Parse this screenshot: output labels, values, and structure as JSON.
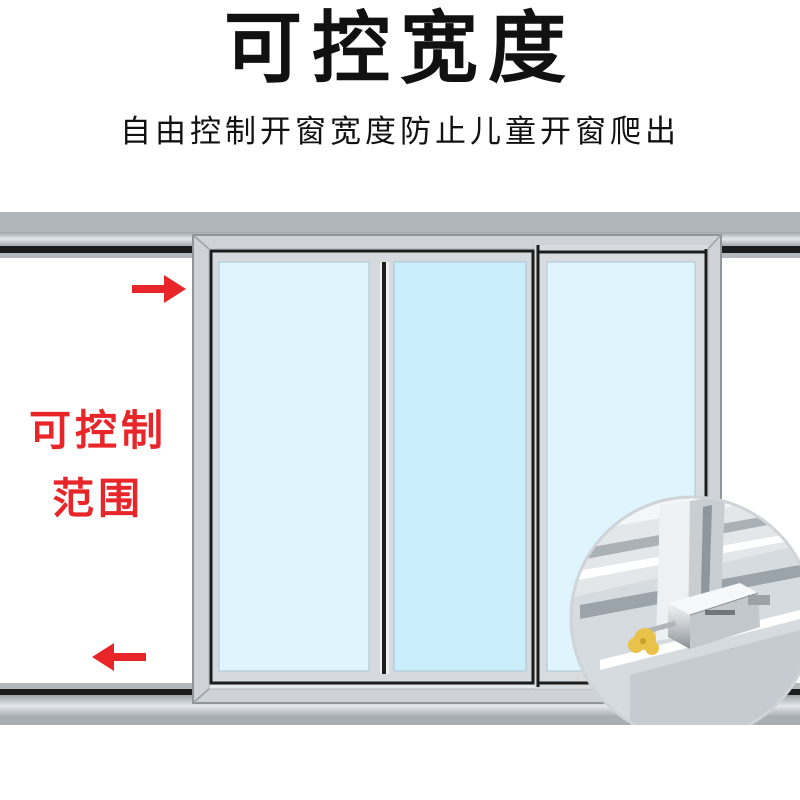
{
  "header": {
    "title": "可控宽度",
    "subtitle": "自由控制开窗宽度防止儿童开窗爬出"
  },
  "annotation": {
    "range_line1": "可控制",
    "range_line2": "范围"
  },
  "colors": {
    "accent": "#e8262a",
    "frame": "#c9ced4",
    "glass": "#dff4fd",
    "glass_center": "#cbeefd"
  },
  "icons": {
    "arrow_right": "arrow-right-icon",
    "arrow_left": "arrow-left-icon",
    "lock": "window-lock-icon",
    "key": "key-icon"
  }
}
